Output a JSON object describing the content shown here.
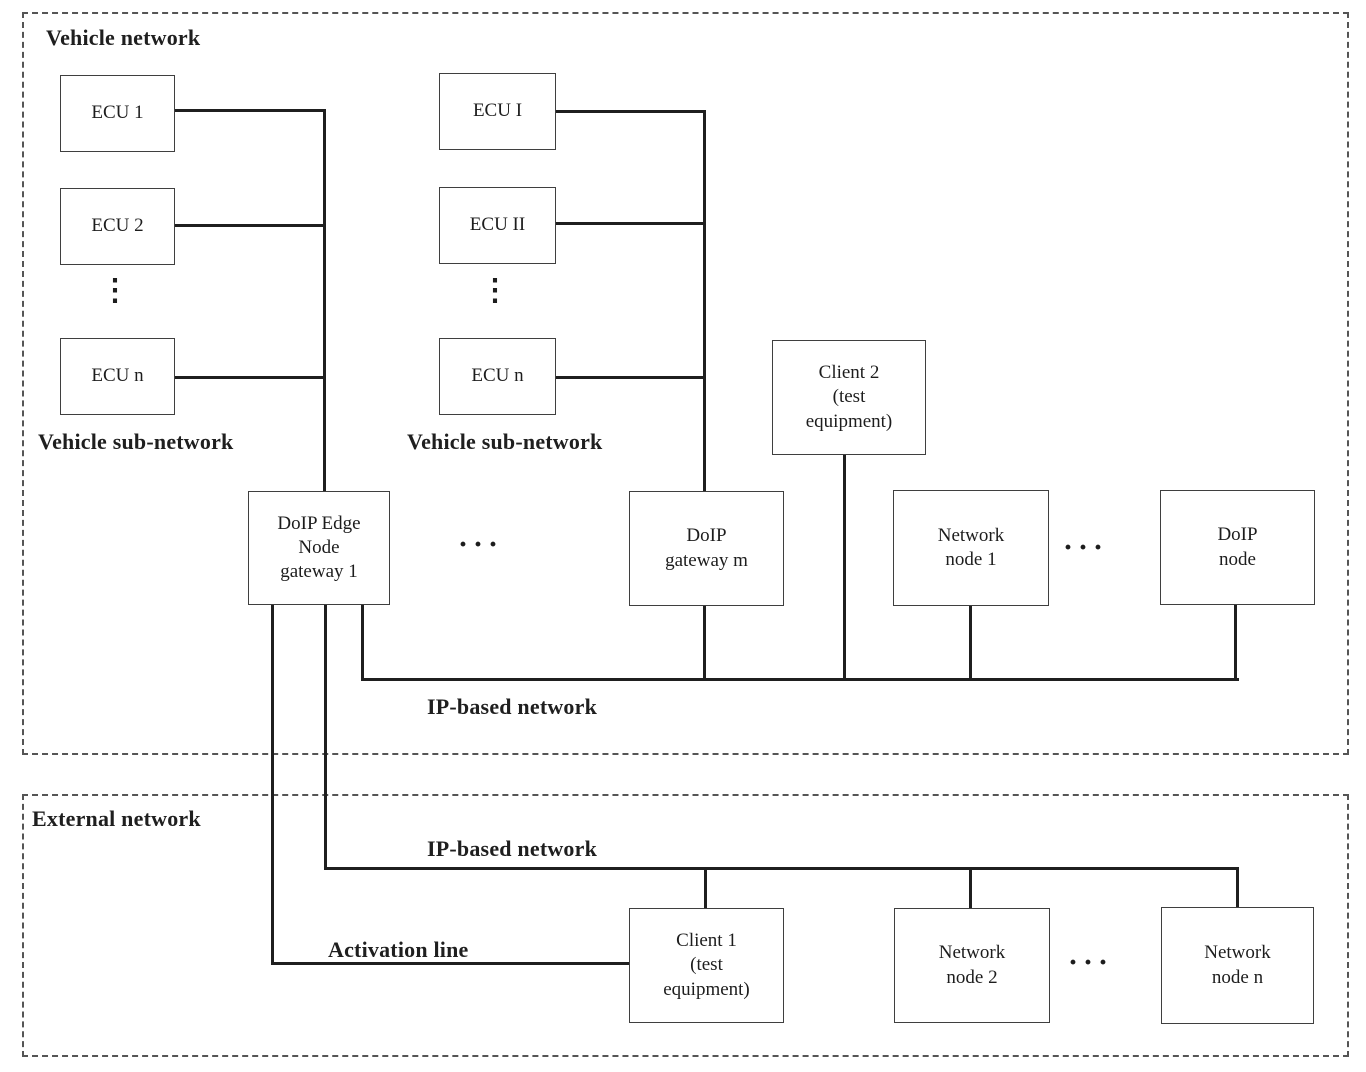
{
  "sections": {
    "vehicle_network": "Vehicle network",
    "external_network": "External network"
  },
  "labels": {
    "vehicle_sub_network_left": "Vehicle sub-network",
    "vehicle_sub_network_middle": "Vehicle sub-network",
    "ip_based_network_vehicle": "IP-based network",
    "ip_based_network_external": "IP-based network",
    "activation_line": "Activation line",
    "ellipsis_vertical_left": "⋮",
    "ellipsis_vertical_middle": "⋮",
    "ellipsis_gateways": "···",
    "ellipsis_vehicle_nodes": "···",
    "ellipsis_external_nodes": "···"
  },
  "nodes": {
    "ecu_1": "ECU  1",
    "ecu_2": "ECU 2",
    "ecu_n_left": "ECU n",
    "ecu_i": "ECU I",
    "ecu_ii": "ECU II",
    "ecu_n_middle": "ECU n",
    "client_2": "Client 2\n(test\nequipment)",
    "doip_edge_node_gateway_1": "DoIP Edge\nNode\ngateway 1",
    "doip_gateway_m": "DoIP\ngateway m",
    "network_node_1": "Network\nnode 1",
    "doip_node": "DoIP\nnode",
    "client_1": "Client 1\n(test\nequipment)",
    "network_node_2": "Network\nnode 2",
    "network_node_n": "Network\nnode n"
  },
  "colors": {
    "connector_line": "#1f1f1f",
    "box_border": "#3f3f3f",
    "dashed_boundary": "#555555",
    "text": "#1a1a1a",
    "background": "#ffffff"
  }
}
